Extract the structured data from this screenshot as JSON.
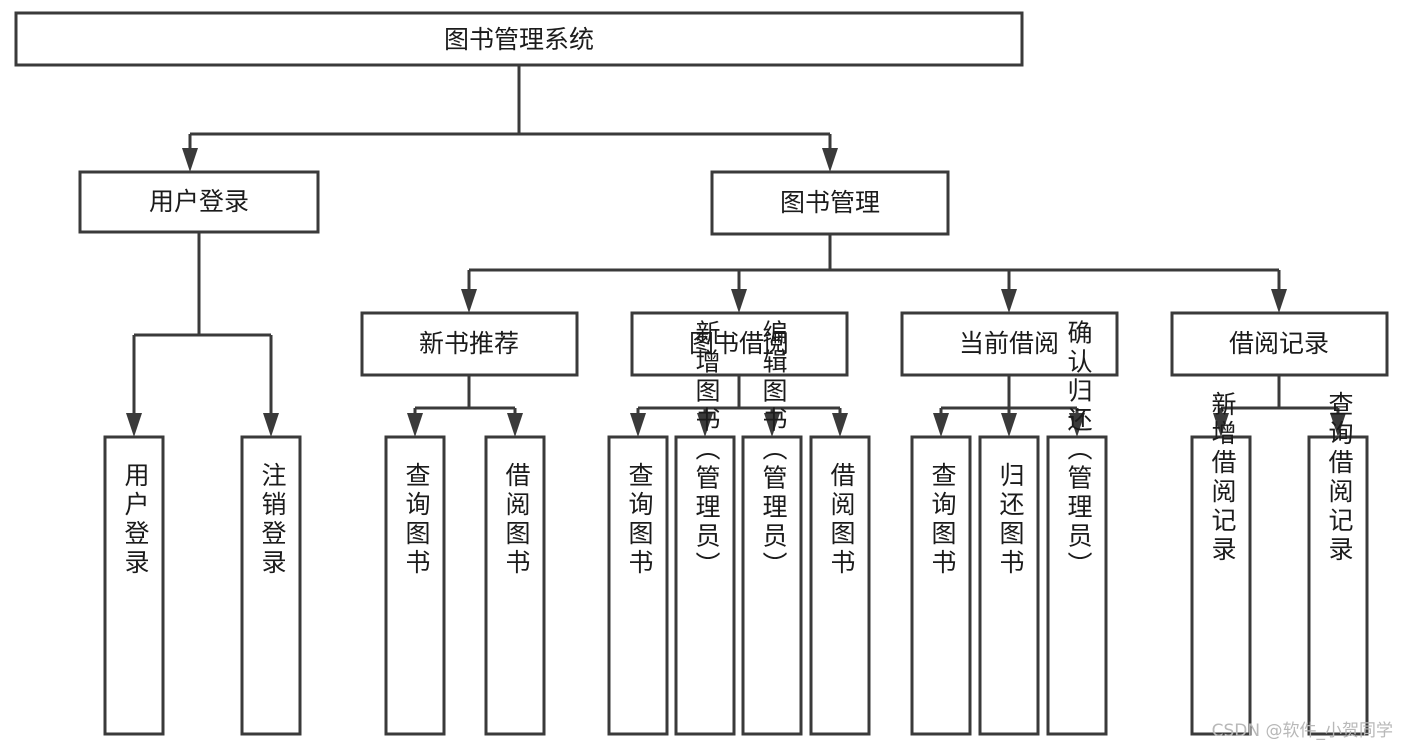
{
  "diagram": {
    "type": "tree-hierarchy",
    "title": "图书管理系统",
    "orientation": "top-down",
    "watermark": "CSDN @软件_小贺同学",
    "colors": {
      "stroke": "#3a3a3a",
      "fill": "#ffffff",
      "text": "#1b1b1b",
      "watermark": "#b8b8b8"
    },
    "root": {
      "id": "root",
      "label": "图书管理系统"
    },
    "level2": [
      {
        "id": "user-login",
        "label": "用户登录"
      },
      {
        "id": "book-manage",
        "label": "图书管理"
      }
    ],
    "level3": [
      {
        "id": "new-book-recommend",
        "label": "新书推荐",
        "parent": "book-manage"
      },
      {
        "id": "book-borrow",
        "label": "图书借阅",
        "parent": "book-manage"
      },
      {
        "id": "current-borrow",
        "label": "当前借阅",
        "parent": "book-manage"
      },
      {
        "id": "borrow-record",
        "label": "借阅记录",
        "parent": "book-manage"
      }
    ],
    "leaves": [
      {
        "id": "leaf-user-login",
        "label": "用户登录",
        "parent": "user-login"
      },
      {
        "id": "leaf-user-logout",
        "label": "注销登录",
        "parent": "user-login"
      },
      {
        "id": "leaf-query-book-1",
        "label": "查询图书",
        "parent": "new-book-recommend"
      },
      {
        "id": "leaf-borrow-book-1",
        "label": "借阅图书",
        "parent": "new-book-recommend"
      },
      {
        "id": "leaf-query-book-2",
        "label": "查询图书",
        "parent": "book-borrow"
      },
      {
        "id": "leaf-add-book",
        "label": "新增图书（管理员）",
        "parent": "book-borrow"
      },
      {
        "id": "leaf-edit-book",
        "label": "编辑图书（管理员）",
        "parent": "book-borrow"
      },
      {
        "id": "leaf-borrow-book-2",
        "label": "借阅图书",
        "parent": "book-borrow"
      },
      {
        "id": "leaf-query-book-3",
        "label": "查询图书",
        "parent": "current-borrow"
      },
      {
        "id": "leaf-return-book",
        "label": "归还图书",
        "parent": "current-borrow"
      },
      {
        "id": "leaf-confirm-return",
        "label": "确认归还（管理员）",
        "parent": "current-borrow"
      },
      {
        "id": "leaf-add-record",
        "label": "新增借阅记录",
        "parent": "borrow-record"
      },
      {
        "id": "leaf-query-record",
        "label": "查询借阅记录",
        "parent": "borrow-record"
      }
    ]
  }
}
